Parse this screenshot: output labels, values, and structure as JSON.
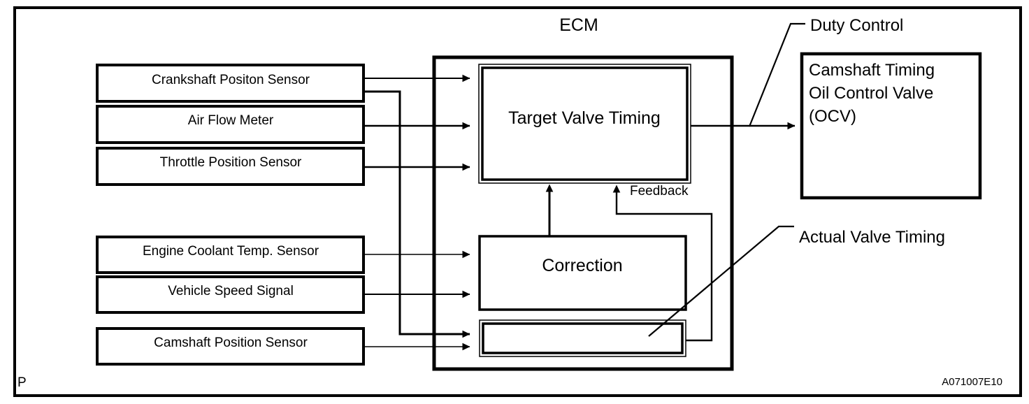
{
  "diagram": {
    "title_code": "A071007E10",
    "corner_mark": "P",
    "ecm_label": "ECM",
    "stroke_color": "#000000",
    "background_color": "#ffffff",
    "sensors": [
      {
        "id": "crankshaft-position-sensor",
        "label": "Crankshaft Positon Sensor"
      },
      {
        "id": "air-flow-meter",
        "label": "Air Flow Meter"
      },
      {
        "id": "throttle-position-sensor",
        "label": "Throttle Position Sensor"
      },
      {
        "id": "engine-coolant-temp-sensor",
        "label": "Engine Coolant Temp. Sensor"
      },
      {
        "id": "vehicle-speed-signal",
        "label": "Vehicle Speed Signal"
      },
      {
        "id": "camshaft-position-sensor",
        "label": "Camshaft Position Sensor"
      }
    ],
    "ecm_blocks": [
      {
        "id": "target-valve-timing",
        "label": "Target Valve Timing"
      },
      {
        "id": "correction",
        "label": "Correction"
      },
      {
        "id": "actual-valve-timing",
        "label": ""
      }
    ],
    "output_block": {
      "id": "camshaft-timing-oil-control-valve",
      "line1": "Camshaft Timing",
      "line2": "Oil Control Valve",
      "line3": "(OCV)"
    },
    "annotations": {
      "feedback": "Feedback",
      "duty_control": "Duty Control",
      "actual_valve_timing": "Actual Valve Timing"
    }
  }
}
